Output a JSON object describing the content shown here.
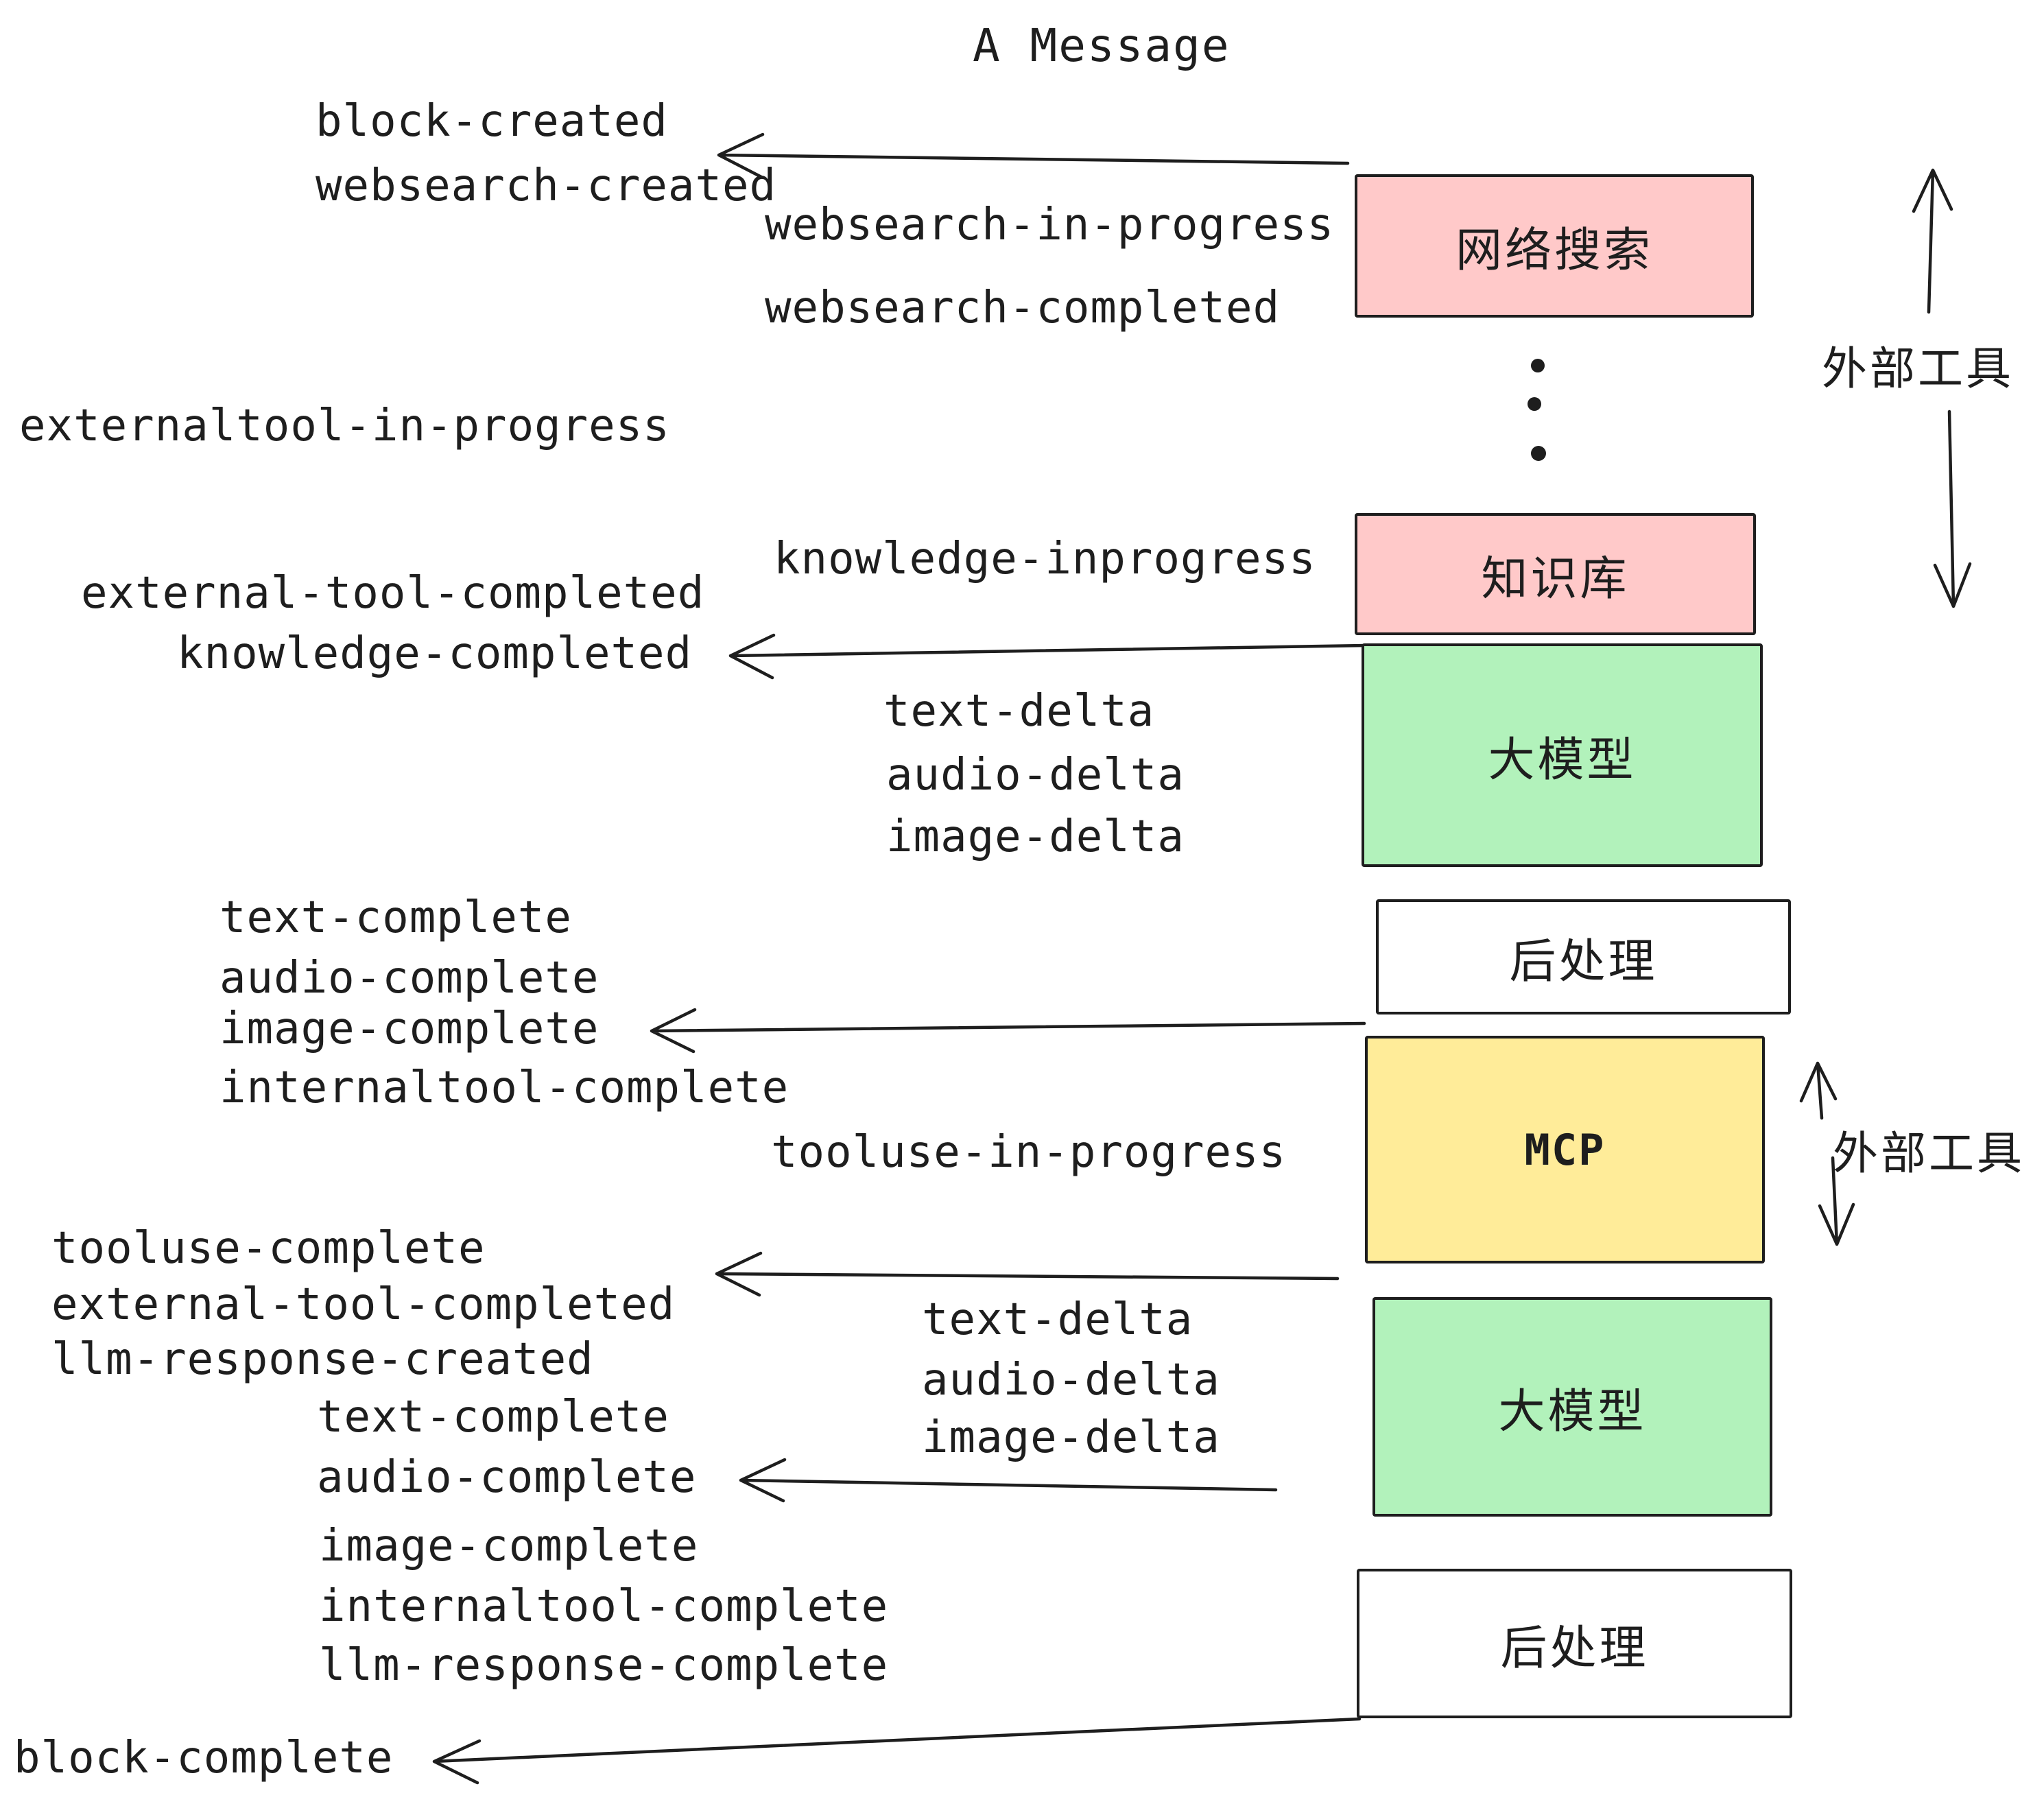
{
  "title": "A Message",
  "colors": {
    "ink": "#1E1E1E",
    "pink": "#FFC9C9",
    "green": "#B2F2BB",
    "yellow": "#FFEC99",
    "background": "#FFFFFF"
  },
  "events": [
    {
      "id": "block-created",
      "text": "block-created"
    },
    {
      "id": "websearch-created",
      "text": "websearch-created"
    },
    {
      "id": "websearch-in-progress",
      "text": "websearch-in-progress"
    },
    {
      "id": "websearch-completed",
      "text": "websearch-completed"
    },
    {
      "id": "externaltool-in-progress",
      "text": "externaltool-in-progress"
    },
    {
      "id": "knowledge-inprogress",
      "text": "knowledge-inprogress"
    },
    {
      "id": "external-tool-completed-1",
      "text": "external-tool-completed"
    },
    {
      "id": "knowledge-completed",
      "text": "knowledge-completed"
    },
    {
      "id": "text-delta-1",
      "text": "text-delta"
    },
    {
      "id": "audio-delta-1",
      "text": "audio-delta"
    },
    {
      "id": "image-delta-1",
      "text": "image-delta"
    },
    {
      "id": "text-complete-1",
      "text": "text-complete"
    },
    {
      "id": "audio-complete-1",
      "text": "audio-complete"
    },
    {
      "id": "image-complete-1",
      "text": "image-complete"
    },
    {
      "id": "internaltool-complete-1",
      "text": "internaltool-complete"
    },
    {
      "id": "tooluse-in-progress",
      "text": "tooluse-in-progress"
    },
    {
      "id": "tooluse-complete",
      "text": "tooluse-complete"
    },
    {
      "id": "external-tool-completed-2",
      "text": "external-tool-completed"
    },
    {
      "id": "llm-response-created",
      "text": "llm-response-created"
    },
    {
      "id": "text-complete-2",
      "text": "text-complete"
    },
    {
      "id": "audio-complete-2",
      "text": "audio-complete"
    },
    {
      "id": "image-complete-2",
      "text": "image-complete"
    },
    {
      "id": "internaltool-complete-2",
      "text": "internaltool-complete"
    },
    {
      "id": "llm-response-complete",
      "text": "llm-response-complete"
    },
    {
      "id": "text-delta-2",
      "text": "text-delta"
    },
    {
      "id": "audio-delta-2",
      "text": "audio-delta"
    },
    {
      "id": "image-delta-2",
      "text": "image-delta"
    },
    {
      "id": "block-complete",
      "text": "block-complete"
    }
  ],
  "boxes": [
    {
      "id": "websearch",
      "label": "网络搜索",
      "fill": "pink"
    },
    {
      "id": "knowledge",
      "label": "知识库",
      "fill": "pink"
    },
    {
      "id": "llm-top",
      "label": "大模型",
      "fill": "green"
    },
    {
      "id": "postprocess-top",
      "label": "后处理",
      "fill": "background"
    },
    {
      "id": "mcp",
      "label": "MCP",
      "fill": "yellow"
    },
    {
      "id": "llm-bottom",
      "label": "大模型",
      "fill": "green"
    },
    {
      "id": "postprocess-bottom",
      "label": "后处理",
      "fill": "background"
    }
  ],
  "side_labels": [
    {
      "id": "external-tools-top",
      "label": "外部工具"
    },
    {
      "id": "external-tools-bottom",
      "label": "外部工具"
    }
  ]
}
